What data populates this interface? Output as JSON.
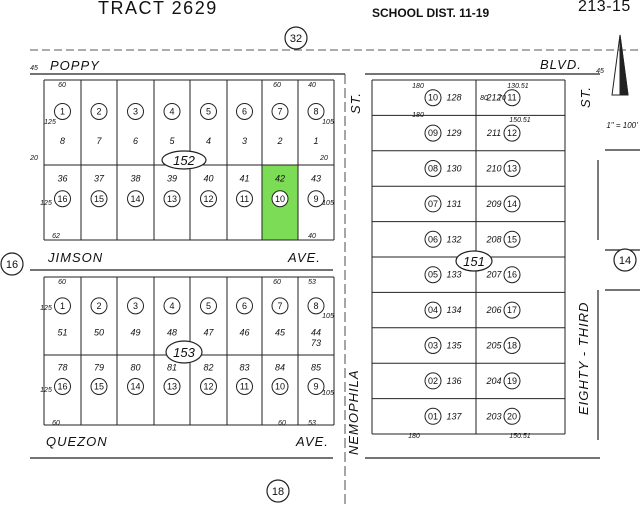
{
  "header": {
    "tract": "TRACT 2629",
    "school": "SCHOOL DIST. 11-19",
    "page_ref": "213-15"
  },
  "scale_note": "1\" = 100'",
  "colors": {
    "highlight": "#7ddc55",
    "line": "#222222"
  },
  "streets": {
    "poppy": "POPPY",
    "blvd": "BLVD.",
    "jimson": "JIMSON",
    "jimson_ave": "AVE.",
    "quezon": "QUEZON",
    "quezon_ave": "AVE.",
    "nemophila": "NEMOPHILA",
    "eighty_third": "EIGHTY - THIRD",
    "st_left": "ST.",
    "st_right": "ST."
  },
  "circled_numbers": {
    "n32": "32",
    "n16": "16",
    "n14": "14",
    "n18": "18"
  },
  "blocks": {
    "b152": "152",
    "b153": "153",
    "b151": "151"
  },
  "dims": {
    "d60": "60",
    "d40": "40",
    "d62": "62",
    "d125": "125",
    "d105": "105",
    "d20": "20",
    "d45": "45",
    "d53": "53",
    "d180": "180",
    "d130": "130.51",
    "d150": "150.51",
    "d70": "70",
    "d80": "80"
  },
  "block152_top_parcels": [
    "1",
    "2",
    "3",
    "4",
    "5",
    "6",
    "7",
    "8"
  ],
  "block152_top_lots": [
    "8",
    "7",
    "6",
    "5",
    "4",
    "3",
    "2",
    "1"
  ],
  "block152_bottom_lots": [
    "36",
    "37",
    "38",
    "39",
    "40",
    "41",
    "42",
    "43"
  ],
  "block152_bottom_parcels": [
    "16",
    "15",
    "14",
    "13",
    "12",
    "11",
    "10",
    "9"
  ],
  "block153_top_parcels": [
    "1",
    "2",
    "3",
    "4",
    "5",
    "6",
    "7",
    "8"
  ],
  "block153_top_lots": [
    "51",
    "50",
    "49",
    "48",
    "47",
    "46",
    "45",
    "44"
  ],
  "block153_extra": {
    "l73": "73"
  },
  "block153_bottom_lots": [
    "78",
    "79",
    "80",
    "81",
    "82",
    "83",
    "84",
    "85"
  ],
  "block153_bottom_parcels": [
    "16",
    "15",
    "14",
    "13",
    "12",
    "11",
    "10",
    "9"
  ],
  "block151_left_parcels": [
    "10",
    "09",
    "08",
    "07",
    "06",
    "05",
    "04",
    "03",
    "02",
    "01"
  ],
  "block151_left_lots": [
    "128",
    "129",
    "130",
    "131",
    "132",
    "133",
    "134",
    "135",
    "136",
    "137"
  ],
  "block151_right_lots": [
    "212",
    "211",
    "210",
    "209",
    "208",
    "207",
    "206",
    "205",
    "204",
    "203"
  ],
  "block151_right_parcels": [
    "11",
    "12",
    "13",
    "14",
    "15",
    "16",
    "17",
    "18",
    "19",
    "20"
  ]
}
